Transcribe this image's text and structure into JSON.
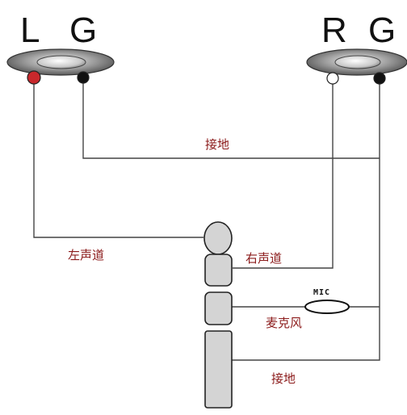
{
  "left_speaker": {
    "label_l": "L",
    "label_g": "G",
    "signal_color": "#c8282c",
    "ground_color": "#111111"
  },
  "right_speaker": {
    "label_r": "R",
    "label_g": "G",
    "signal_color": "#ffffff",
    "ground_color": "#111111"
  },
  "labels": {
    "ground_top": "接地",
    "left_channel": "左声道",
    "right_channel": "右声道",
    "mic_tag": "MIC",
    "microphone": "麦克风",
    "ground_bottom": "接地"
  },
  "colors": {
    "label_text": "#8b1a1a",
    "plug_fill": "#d4d4d4",
    "wire": "#444444"
  }
}
